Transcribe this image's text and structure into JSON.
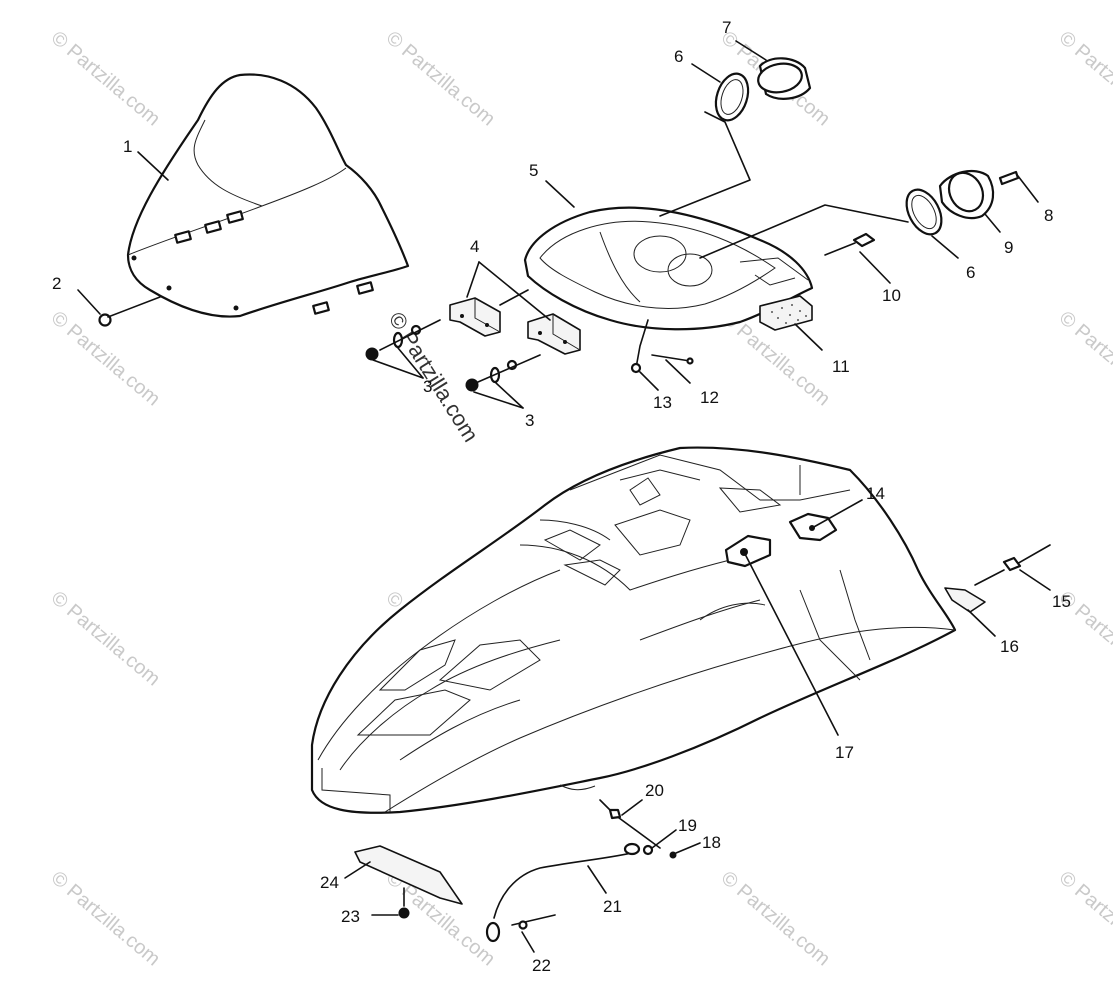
{
  "diagram": {
    "callouts": [
      {
        "id": "c1",
        "text": "1"
      },
      {
        "id": "c2",
        "text": "2"
      },
      {
        "id": "c3a",
        "text": "3"
      },
      {
        "id": "c3b",
        "text": "3"
      },
      {
        "id": "c4",
        "text": "4"
      },
      {
        "id": "c5",
        "text": "5"
      },
      {
        "id": "c6a",
        "text": "6"
      },
      {
        "id": "c6b",
        "text": "6"
      },
      {
        "id": "c7",
        "text": "7"
      },
      {
        "id": "c8",
        "text": "8"
      },
      {
        "id": "c9",
        "text": "9"
      },
      {
        "id": "c10",
        "text": "10"
      },
      {
        "id": "c11",
        "text": "11"
      },
      {
        "id": "c12",
        "text": "12"
      },
      {
        "id": "c13",
        "text": "13"
      },
      {
        "id": "c14",
        "text": "14"
      },
      {
        "id": "c15",
        "text": "15"
      },
      {
        "id": "c16",
        "text": "16"
      },
      {
        "id": "c17",
        "text": "17"
      },
      {
        "id": "c18",
        "text": "18"
      },
      {
        "id": "c19",
        "text": "19"
      },
      {
        "id": "c20",
        "text": "20"
      },
      {
        "id": "c21",
        "text": "21"
      },
      {
        "id": "c22",
        "text": "22"
      },
      {
        "id": "c23",
        "text": "23"
      },
      {
        "id": "c24",
        "text": "24"
      }
    ],
    "watermark": "© Partzilla.com",
    "watermark_center": "© Partzilla.com"
  }
}
